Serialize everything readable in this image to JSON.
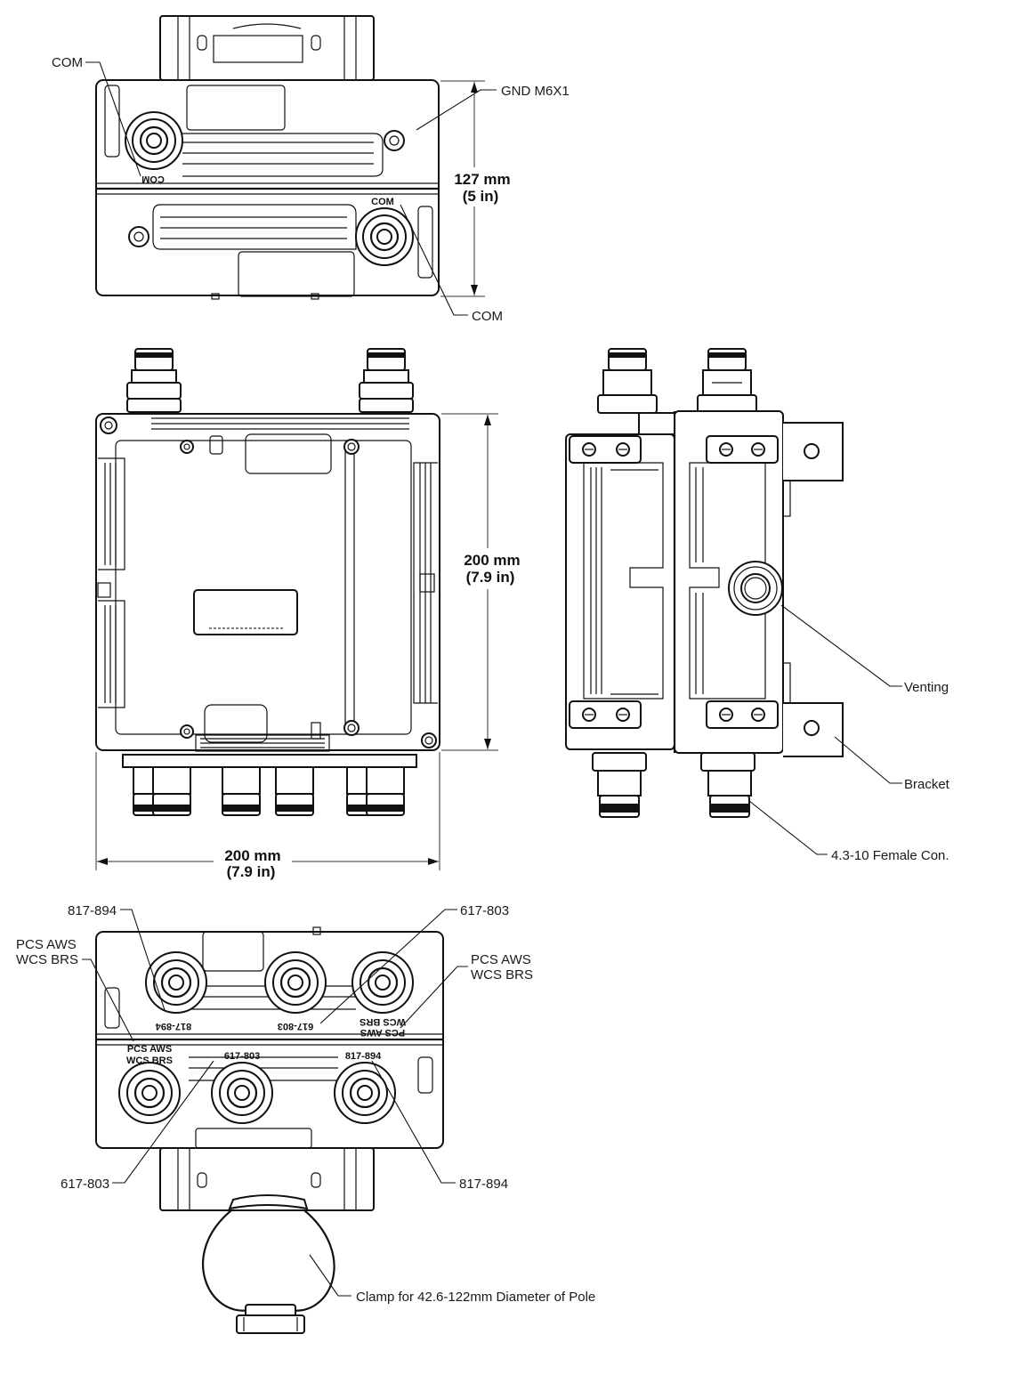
{
  "top_view": {
    "com_left": "COM",
    "com_bottom": "COM",
    "gnd": "GND M6X1",
    "engraved_com_upper": "COM",
    "engraved_com_lower": "COM",
    "dim_value": "127 mm",
    "dim_inches": "(5 in)"
  },
  "front_view": {
    "height_value": "200 mm",
    "height_inches": "(7.9 in)",
    "width_value": "200 mm",
    "width_inches": "(7.9 in)"
  },
  "side_view": {
    "venting": "Venting",
    "bracket": "Bracket",
    "connector": "4.3-10 Female Con."
  },
  "bottom_view": {
    "left_top": "817-894",
    "left_pcs": "PCS AWS",
    "left_wcs": "WCS BRS",
    "right_top": "617-803",
    "right_pcs": "PCS AWS",
    "right_wcs": "WCS BRS",
    "left_bottom": "617-803",
    "right_bottom": "817-894",
    "clamp": "Clamp for 42.6-122mm Diameter of Pole",
    "eng_upper_1": "817-894",
    "eng_upper_2": "617-803",
    "eng_upper_3a": "WCS BRS",
    "eng_upper_3b": "PCS AWS",
    "eng_lower_1a": "PCS AWS",
    "eng_lower_1b": "WCS BRS",
    "eng_lower_2": "617-803",
    "eng_lower_3": "817-894"
  }
}
